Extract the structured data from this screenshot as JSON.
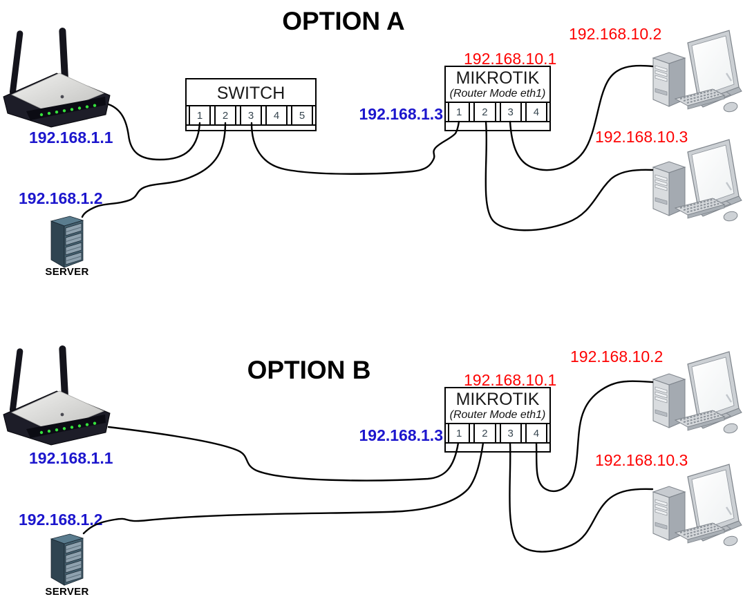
{
  "colors": {
    "lan_ip_text": "#1c16cd",
    "wan_ip_text": "#fd0202",
    "cable": "#000000"
  },
  "diagram": {
    "optionA": {
      "title": "OPTION A",
      "router": {
        "ip": "192.168.1.1"
      },
      "server": {
        "ip": "192.168.1.2",
        "label": "SERVER"
      },
      "switch": {
        "name": "SWITCH",
        "ports": [
          "1",
          "2",
          "3",
          "4",
          "5"
        ]
      },
      "mikrotik": {
        "name": "MIKROTIK",
        "mode": "(Router Mode eth1)",
        "wan_ip": "192.168.10.1",
        "lan_ip": "192.168.1.3",
        "ports": [
          "1",
          "2",
          "3",
          "4"
        ]
      },
      "pc1": {
        "ip": "192.168.10.2"
      },
      "pc2": {
        "ip": "192.168.10.3"
      },
      "connections": [
        "router -> switch port 1",
        "server -> switch port 2",
        "switch port 3 -> mikrotik port 1",
        "mikrotik port 2 -> pc 192.168.10.3",
        "mikrotik port 3 -> pc 192.168.10.2"
      ]
    },
    "optionB": {
      "title": "OPTION B",
      "router": {
        "ip": "192.168.1.1"
      },
      "server": {
        "ip": "192.168.1.2",
        "label": "SERVER"
      },
      "mikrotik": {
        "name": "MIKROTIK",
        "mode": "(Router Mode eth1)",
        "wan_ip": "192.168.10.1",
        "lan_ip": "192.168.1.3",
        "ports": [
          "1",
          "2",
          "3",
          "4"
        ]
      },
      "pc1": {
        "ip": "192.168.10.2"
      },
      "pc2": {
        "ip": "192.168.10.3"
      },
      "connections": [
        "router -> mikrotik port 1",
        "server -> mikrotik port 2",
        "mikrotik port 3 -> pc 192.168.10.3",
        "mikrotik port 4 -> pc 192.168.10.2"
      ]
    }
  }
}
